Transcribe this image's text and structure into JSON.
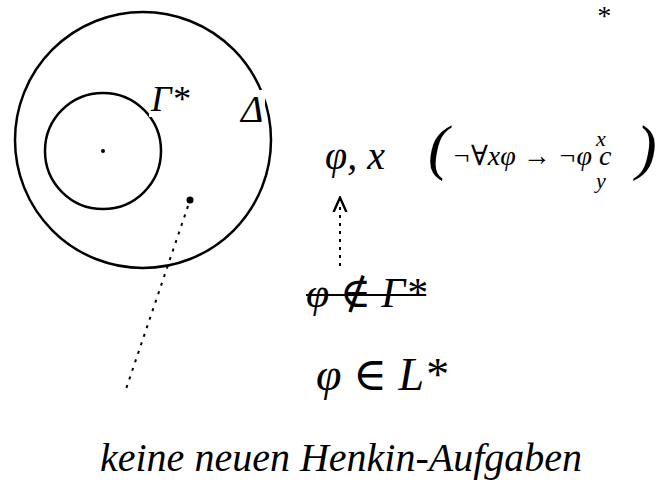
{
  "diagram": {
    "nodes": [
      {
        "text": [
          "Δ"
        ]
      },
      {
        "text": [
          "Γ*"
        ],
        "in": 0
      }
    ],
    "labels": [
      "*",
      "φ, x",
      "(",
      "¬∀xφ → ¬φ c",
      "x",
      "y",
      ")",
      "φ ∉ Γ*",
      "φ ∈ L*",
      "keine neuen Henkin-Aufgaben"
    ]
  }
}
